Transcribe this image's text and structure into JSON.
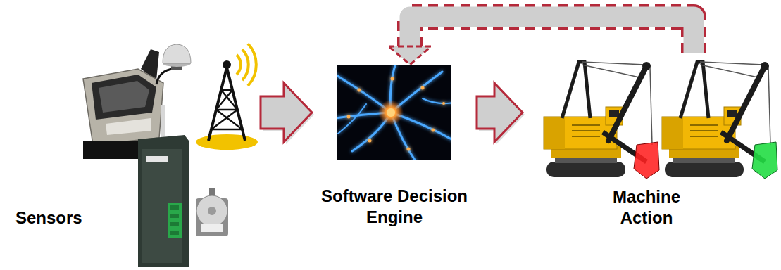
{
  "diagram": {
    "nodes": [
      {
        "text": [
          "Sensors"
        ]
      },
      {
        "text": [
          "Software Decision Engine"
        ]
      },
      {
        "text": [
          "Machine Action"
        ]
      }
    ],
    "edges": [
      {
        "from": 0,
        "to": 1,
        "arrow": "to"
      },
      {
        "from": 1,
        "to": 2,
        "arrow": "to"
      },
      {
        "from": 2,
        "to": 1,
        "arrow": "to"
      }
    ]
  }
}
